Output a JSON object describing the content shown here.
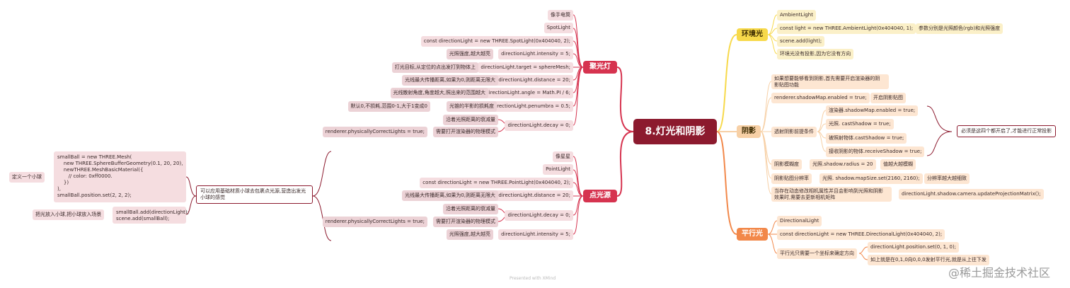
{
  "root": "8.灯光和阴影",
  "colors": {
    "root": "#8c1a2e",
    "spot": "#d6334f",
    "ambient": "#f7d94a",
    "shadow": "#f7d0a6",
    "parallel": "#f2884a"
  },
  "spot": {
    "title": "聚光灯",
    "n1": "像手电筒",
    "n2": "SpotLight",
    "n3": "const directionLight = new THREE.SpotLight(0x404040, 2);",
    "n4": "directionLight.intensity = 5;",
    "n4d": "光照强度,越大越亮",
    "n5": "directionLight.target = sphereMesh;",
    "n5d": "打光目标,从定位的点出发打到物体上",
    "n6": "directionLight.distance = 20;",
    "n6d": "光线最大传播距离,如果为0,则距离无限大",
    "n7": "directionLight.angle = Math.PI / 6;",
    "n7d": "光线散射角度,角度越大,照出来的范围越大",
    "n8": "directionLight.penumbra = 0.5;",
    "n8d": "光锥的半影的损耗度",
    "n8d2": "默认0,不损耗,范围0-1,大于1变成0",
    "n9": "directionLight.decay = 0;",
    "n9d1": "沿着光照距离的衰减量",
    "n9d2": "需要打开渲染器的物理模式",
    "n9d3": "renderer.physicallyCorrectLights = true;"
  },
  "point": {
    "title": "点光源",
    "n1": "像星星",
    "n2": "PointLight",
    "n3": "const directionLight = new THREE.PointLight(0x404040, 2);",
    "n4": "directionLight.distance = 20;",
    "n4d": "光线最大传播距离,如果为0,则距离无限大",
    "n5": "directionLight.decay = 0;",
    "n5d1": "沿着光照距离的衰减量",
    "n5d2": "需要打开渲染器的物理模式",
    "n5d3": "renderer.physicallyCorrectLights = true;",
    "n6": "directionLight.intensity = 5;",
    "n6d": "光照强度,越大越亮",
    "idea": "可以应用基础材质小球去包裹点光源,营造出发光小球的感觉",
    "code1": "smallBall = new THREE.Mesh(\n    new THREE.SphereBufferGeometry(0.1, 20, 20),\n    newTHREE.MeshBasicMaterial({\n       // color: 0xff0000.\n    })\n),\nsmallBall.position.set(2, 2, 2);",
    "code1d": "定义一个小球",
    "code2": "smallBall.add(directionLight);\nscene.add(smallBall);",
    "code2d": "把光放入小球,把小球放入场景"
  },
  "ambient": {
    "title": "环境光",
    "n1": "AmbientLight",
    "n2": "const light = new THREE.AmbientLight(0x404040, 1);",
    "n2d": "参数分别是光照颜色(rgb)和光照强度",
    "n3": "scene.add(light);",
    "n4": "环境光没有投影,因为它没有方向"
  },
  "shadow": {
    "title": "阴影",
    "n1": "如果想要能够看到阴影,首先需要开启渲染器的阴\n影贴图功能",
    "n2": "renderer.shadowMap.enabled = true;",
    "n2d": "开启阴影贴图",
    "n3": "透射阴影前提条件",
    "c1": "渲染器.shadowMap.enabled = true;",
    "c2": "光照. castShadow = true;",
    "c3": "被照射物体.castShadow = true;",
    "c4": "接收阴影的物体.receiveShadow = true;",
    "note": "必须是这四个都开启了,才能进行正常投影",
    "n4": "阴影模糊度",
    "n4v": "光照.shadow.radius = 20",
    "n4d": "值越大越模糊",
    "n5": "阴影贴图分辨率",
    "n5v": "光照. shadow.mapSize.set(2160, 2160);",
    "n5d": "分辨率越大越细致",
    "n6": "当存在动态修改相机属性并且会影响到光照和阴影\n效果时,需要去更新相机矩阵",
    "n6v": "directionLight.shadow.camera.updateProjectionMatrix();"
  },
  "parallel": {
    "title": "平行光",
    "n1": "DirectionalLight",
    "n2": "const directionLight = new THREE.DirectionalLight(0x404040, 2);",
    "n3": "平行光只需要一个坐标来确定方向",
    "n3a": "directionLight.position.set(0, 1, 0);",
    "n3b": "如上就是在0,1,0向0,0,0发射平行光,就是从上往下发"
  },
  "footer": "Presented with XMind",
  "watermark": "@稀土掘金技术社区"
}
